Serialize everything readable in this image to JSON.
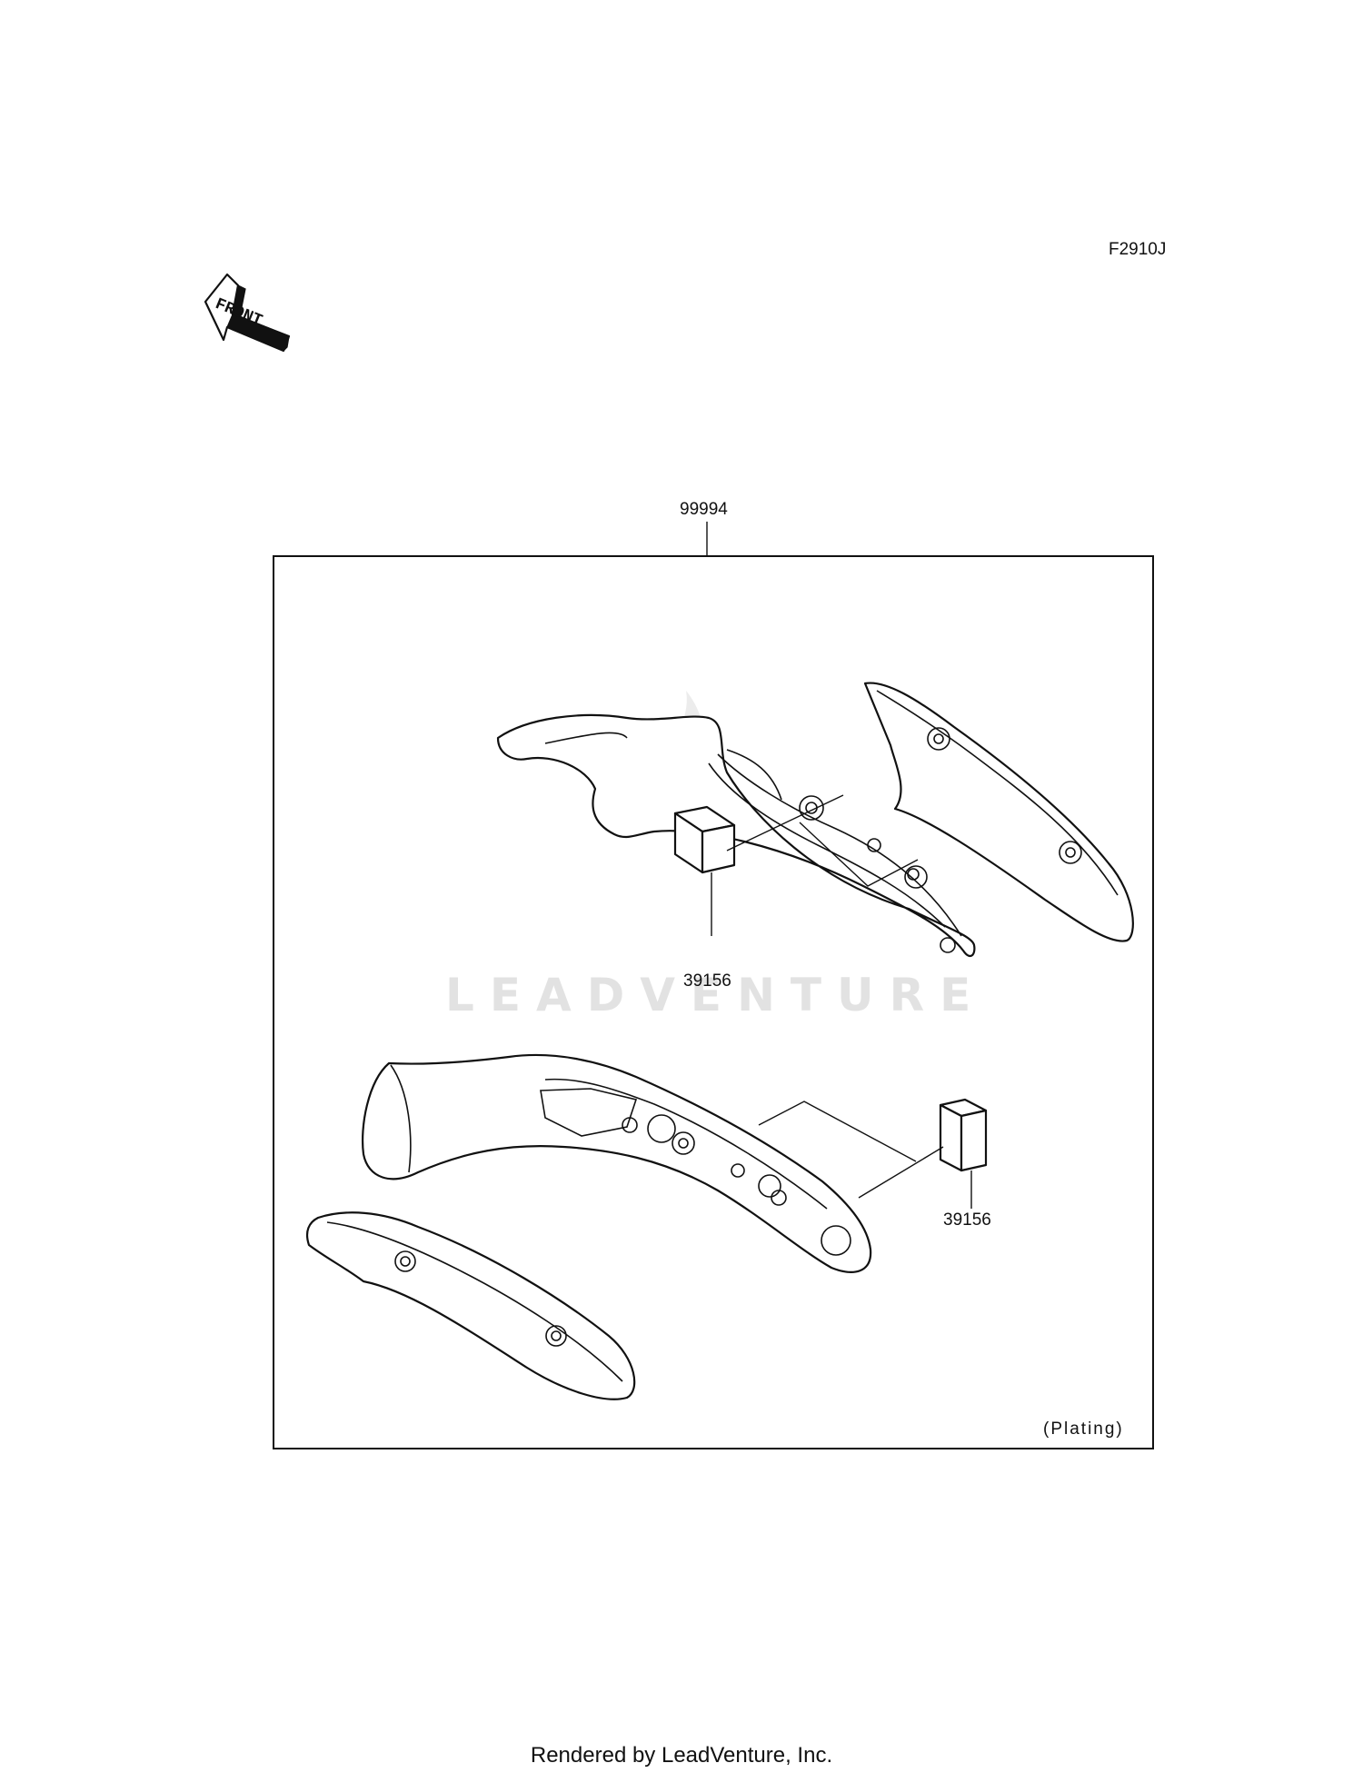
{
  "diagram_code": "F2910J",
  "front_label": "FRONT",
  "assembly_part": "99994",
  "callouts": {
    "upper_part": "39156",
    "lower_part": "39156"
  },
  "finish_note": "(Plating)",
  "watermark": "LEADVENTURE",
  "footer": "Rendered by LeadVenture, Inc.",
  "colors": {
    "line": "#111111",
    "watermark": "#e2e2e2",
    "background": "#ffffff"
  }
}
